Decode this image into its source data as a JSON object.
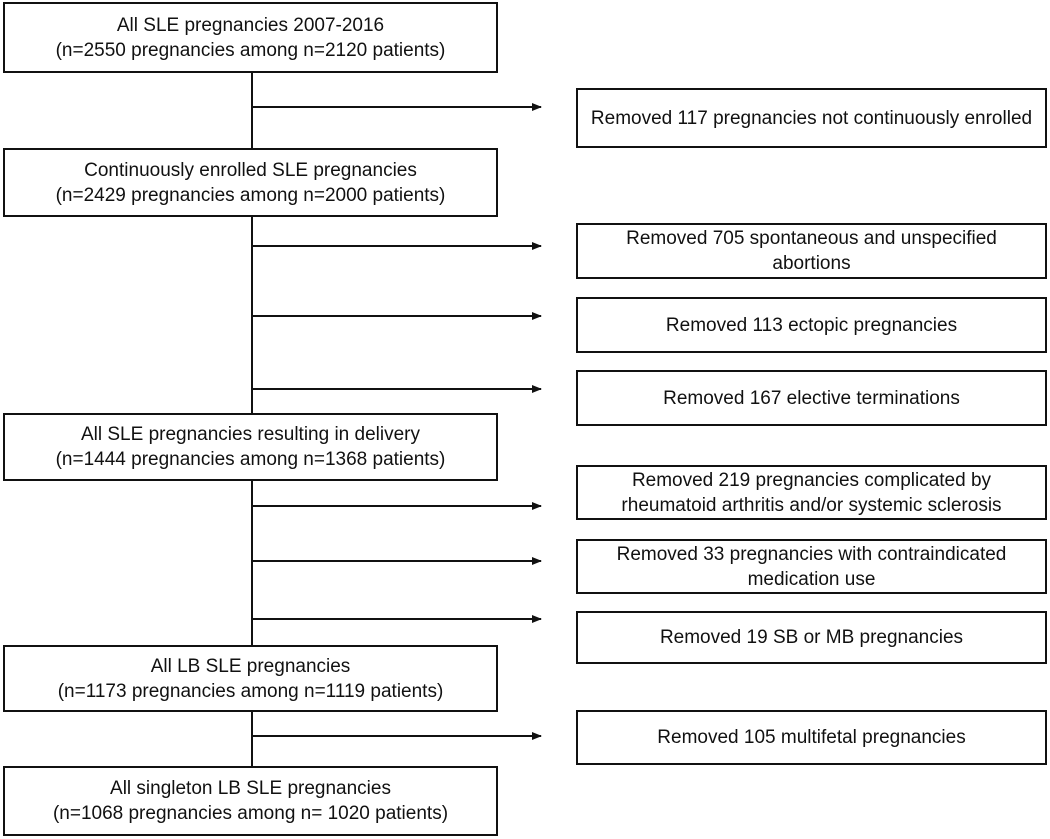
{
  "main_boxes": [
    {
      "line1": "All SLE pregnancies 2007-2016",
      "line2": "(n=2550 pregnancies among n=2120 patients)"
    },
    {
      "line1": "Continuously enrolled SLE pregnancies",
      "line2": "(n=2429 pregnancies among n=2000 patients)"
    },
    {
      "line1": "All SLE pregnancies resulting in delivery",
      "line2": "(n=1444  pregnancies among n=1368 patients)"
    },
    {
      "line1": "All LB SLE pregnancies",
      "line2": "(n=1173 pregnancies among n=1119 patients)"
    },
    {
      "line1": "All singleton LB SLE pregnancies",
      "line2": "(n=1068 pregnancies among n= 1020 patients)"
    }
  ],
  "exclusions": [
    {
      "line1": "Removed 117 pregnancies not continuously enrolled",
      "line2": ""
    },
    {
      "line1": "Removed 705 spontaneous and unspecified",
      "line2": "abortions"
    },
    {
      "line1": "Removed 113 ectopic pregnancies",
      "line2": ""
    },
    {
      "line1": "Removed 167 elective terminations",
      "line2": ""
    },
    {
      "line1": "Removed 219 pregnancies complicated by",
      "line2": "rheumatoid arthritis and/or systemic sclerosis"
    },
    {
      "line1": "Removed 33 pregnancies with contraindicated",
      "line2": "medication use"
    },
    {
      "line1": "Removed 19 SB or MB pregnancies",
      "line2": ""
    },
    {
      "line1": "Removed 105 multifetal pregnancies",
      "line2": ""
    }
  ]
}
